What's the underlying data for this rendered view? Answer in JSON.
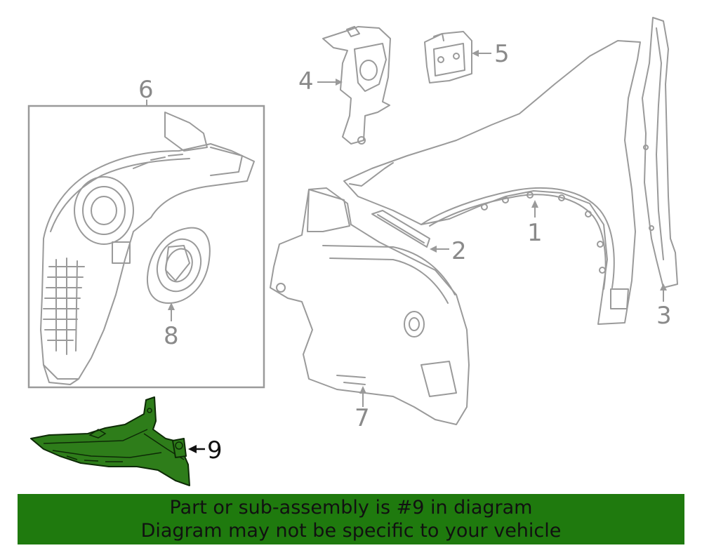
{
  "callouts": {
    "c1": "1",
    "c2": "2",
    "c3": "3",
    "c4": "4",
    "c5": "5",
    "c6": "6",
    "c7": "7",
    "c8": "8",
    "c9": "9"
  },
  "highlight": {
    "part_number": "9",
    "color": "#1f7a0e"
  },
  "banner": {
    "line1": "Part or sub-assembly is #9 in diagram",
    "line2": "Diagram may not be specific to your vehicle"
  }
}
